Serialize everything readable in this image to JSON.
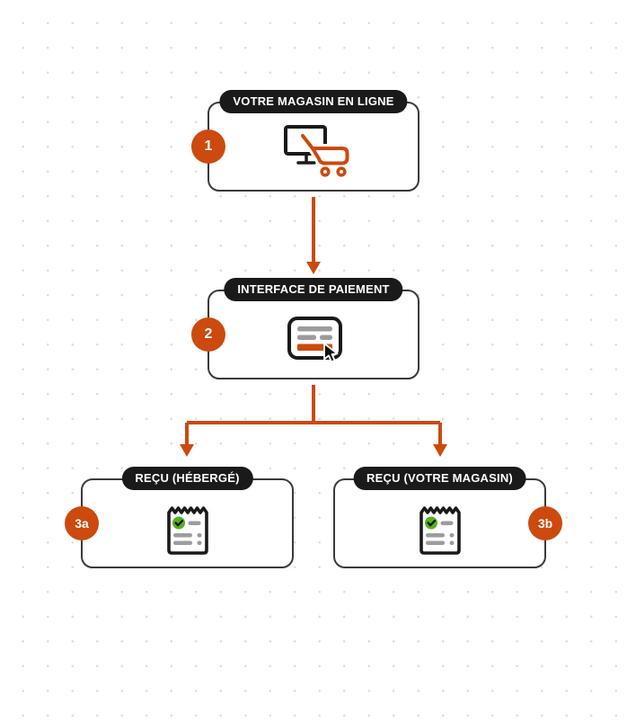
{
  "colors": {
    "accent_orange": "#cc4a0d",
    "pill_black": "#1a1a1a",
    "box_border": "#3a3a3a",
    "bar_gray": "#9c9c9c",
    "check_green": "#54b41e",
    "background_dot_gray": "#dcdcdc"
  },
  "nodes": [
    {
      "step": "1",
      "title": "VOTRE MAGASIN EN LIGNE",
      "icon": "monitor-cart-icon",
      "badge_side": "left"
    },
    {
      "step": "2",
      "title": "INTERFACE DE PAIEMENT",
      "icon": "payment-card-cursor-icon",
      "badge_side": "left"
    },
    {
      "step": "3a",
      "title": "REÇU (HÉBERGÉ)",
      "icon": "receipt-check-icon",
      "badge_side": "left"
    },
    {
      "step": "3b",
      "title": "REÇU (VOTRE MAGASIN)",
      "icon": "receipt-check-icon",
      "badge_side": "right"
    }
  ],
  "connections": [
    {
      "from": "1",
      "to": "2"
    },
    {
      "from": "2",
      "to": "3a"
    },
    {
      "from": "2",
      "to": "3b"
    }
  ]
}
